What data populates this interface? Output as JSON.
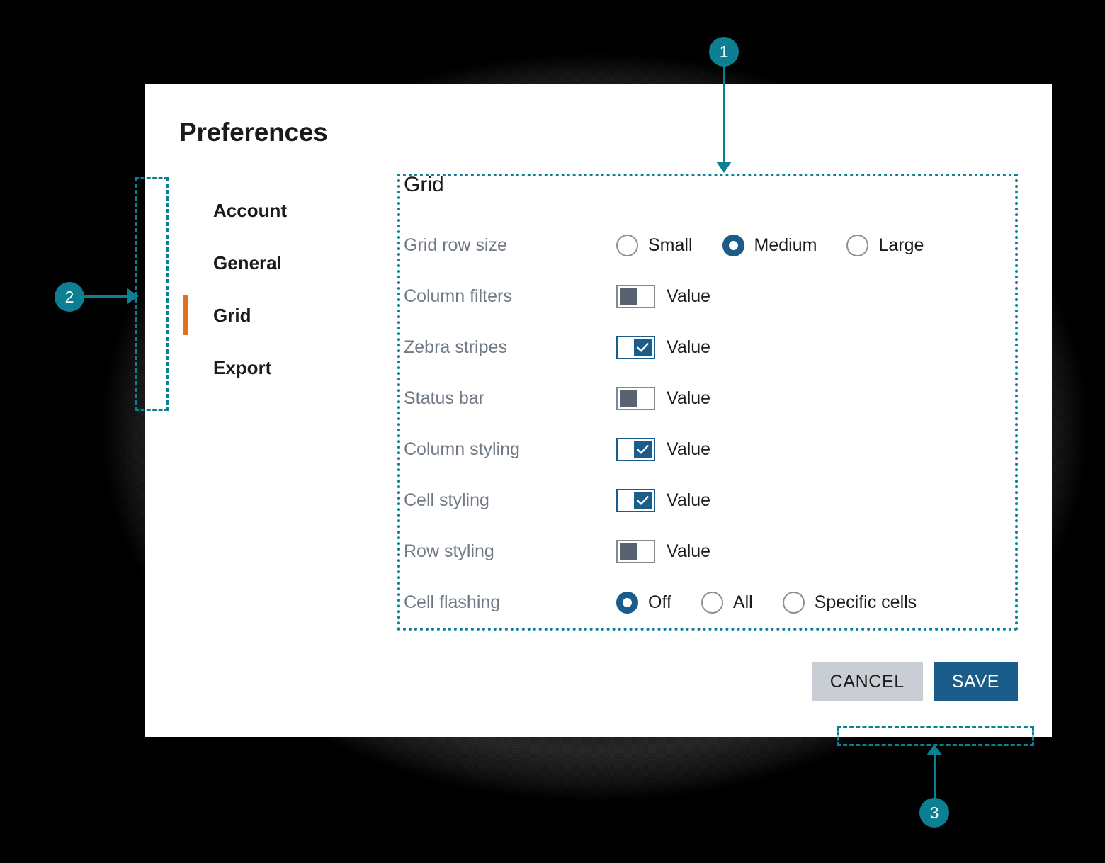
{
  "dialog": {
    "title": "Preferences"
  },
  "sidebar": {
    "items": [
      {
        "label": "Account",
        "active": false
      },
      {
        "label": "General",
        "active": false
      },
      {
        "label": "Grid",
        "active": true
      },
      {
        "label": "Export",
        "active": false
      }
    ]
  },
  "panel": {
    "title": "Grid",
    "rows": [
      {
        "label": "Grid row size",
        "control": "radio",
        "options": [
          {
            "label": "Small",
            "checked": false
          },
          {
            "label": "Medium",
            "checked": true
          },
          {
            "label": "Large",
            "checked": false
          }
        ]
      },
      {
        "label": "Column filters",
        "control": "toggle",
        "on": false,
        "value_label": "Value"
      },
      {
        "label": "Zebra stripes",
        "control": "toggle",
        "on": true,
        "value_label": "Value"
      },
      {
        "label": "Status bar",
        "control": "toggle",
        "on": false,
        "value_label": "Value"
      },
      {
        "label": "Column styling",
        "control": "toggle",
        "on": true,
        "value_label": "Value"
      },
      {
        "label": "Cell styling",
        "control": "toggle",
        "on": true,
        "value_label": "Value"
      },
      {
        "label": "Row styling",
        "control": "toggle",
        "on": false,
        "value_label": "Value"
      },
      {
        "label": "Cell flashing",
        "control": "radio",
        "options": [
          {
            "label": "Off",
            "checked": true
          },
          {
            "label": "All",
            "checked": false
          },
          {
            "label": "Specific cells",
            "checked": false
          }
        ]
      }
    ]
  },
  "footer": {
    "cancel_label": "CANCEL",
    "save_label": "SAVE"
  },
  "annotations": {
    "markers": [
      {
        "number": "1",
        "target": "grid-settings-region"
      },
      {
        "number": "2",
        "target": "sidebar-region"
      },
      {
        "number": "3",
        "target": "footer-actions-region"
      }
    ]
  },
  "colors": {
    "accent_blue": "#1a5c8a",
    "active_orange": "#e2711d",
    "annotation_teal": "#0d7f93",
    "label_gray": "#707a85",
    "cancel_gray": "#c9ced4"
  }
}
